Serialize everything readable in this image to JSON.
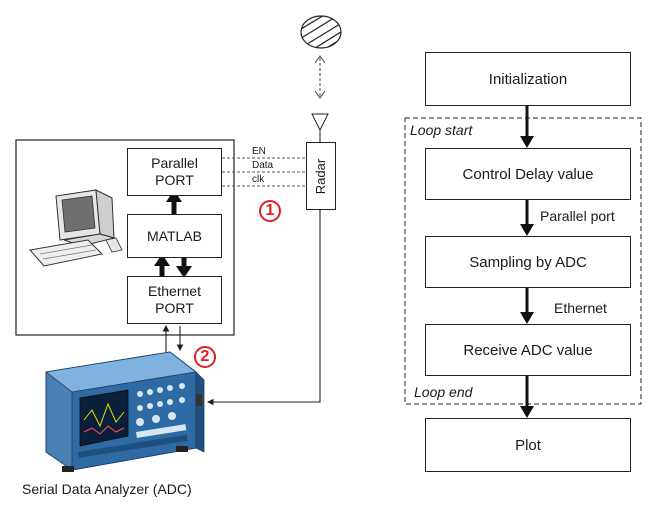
{
  "left": {
    "parallel_port": "Parallel\nPORT",
    "parallel_line1": "Parallel",
    "parallel_line2": "PORT",
    "matlab": "MATLAB",
    "ethernet_line1": "Ethernet",
    "ethernet_line2": "PORT",
    "signal_en": "EN",
    "signal_data": "Data",
    "signal_clk": "clk",
    "radar": "Radar",
    "marker_1": "1",
    "marker_2": "2",
    "analyzer_caption": "Serial Data Analyzer (ADC)"
  },
  "right": {
    "initialization": "Initialization",
    "loop_start": "Loop start",
    "control_delay": "Control Delay value",
    "parallel_port": "Parallel port",
    "sampling": "Sampling by ADC",
    "ethernet": "Ethernet",
    "receive": "Receive ADC value",
    "loop_end": "Loop end",
    "plot": "Plot"
  },
  "colors": {
    "marker": "#e02020",
    "line": "#222222"
  }
}
